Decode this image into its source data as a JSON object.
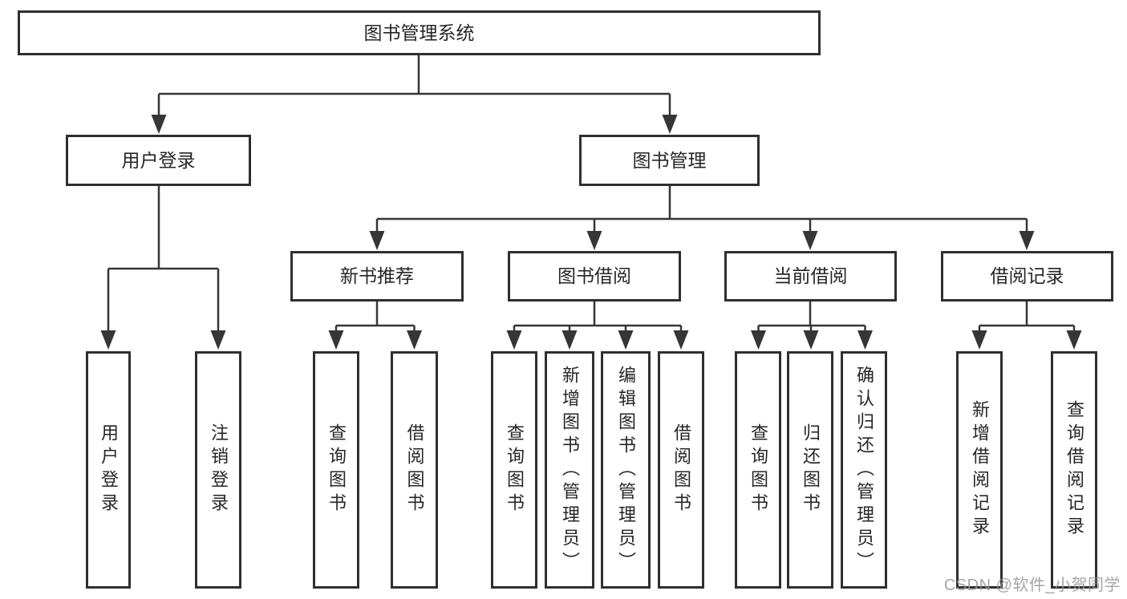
{
  "diagram": {
    "root": "图书管理系统",
    "level2": [
      {
        "label": "用户登录"
      },
      {
        "label": "图书管理"
      }
    ],
    "level3": [
      {
        "label": "新书推荐"
      },
      {
        "label": "图书借阅"
      },
      {
        "label": "当前借阅"
      },
      {
        "label": "借阅记录"
      }
    ],
    "leaves": {
      "user": [
        "用户登录",
        "注销登录"
      ],
      "rec": [
        "查询图书",
        "借阅图书"
      ],
      "borrow": [
        "查询图书",
        "新增图书（管理员）",
        "编辑图书（管理员）",
        "借阅图书"
      ],
      "current": [
        "查询图书",
        "归还图书",
        "确认归还（管理员）"
      ],
      "records": [
        "新增借阅记录",
        "查询借阅记录"
      ]
    }
  },
  "watermark": "CSDN @软件_小贺同学",
  "colors": {
    "line": "#363636",
    "border": "#2f2f2f",
    "text": "#262626",
    "watermark": "#949494",
    "background": "#ffffff"
  }
}
